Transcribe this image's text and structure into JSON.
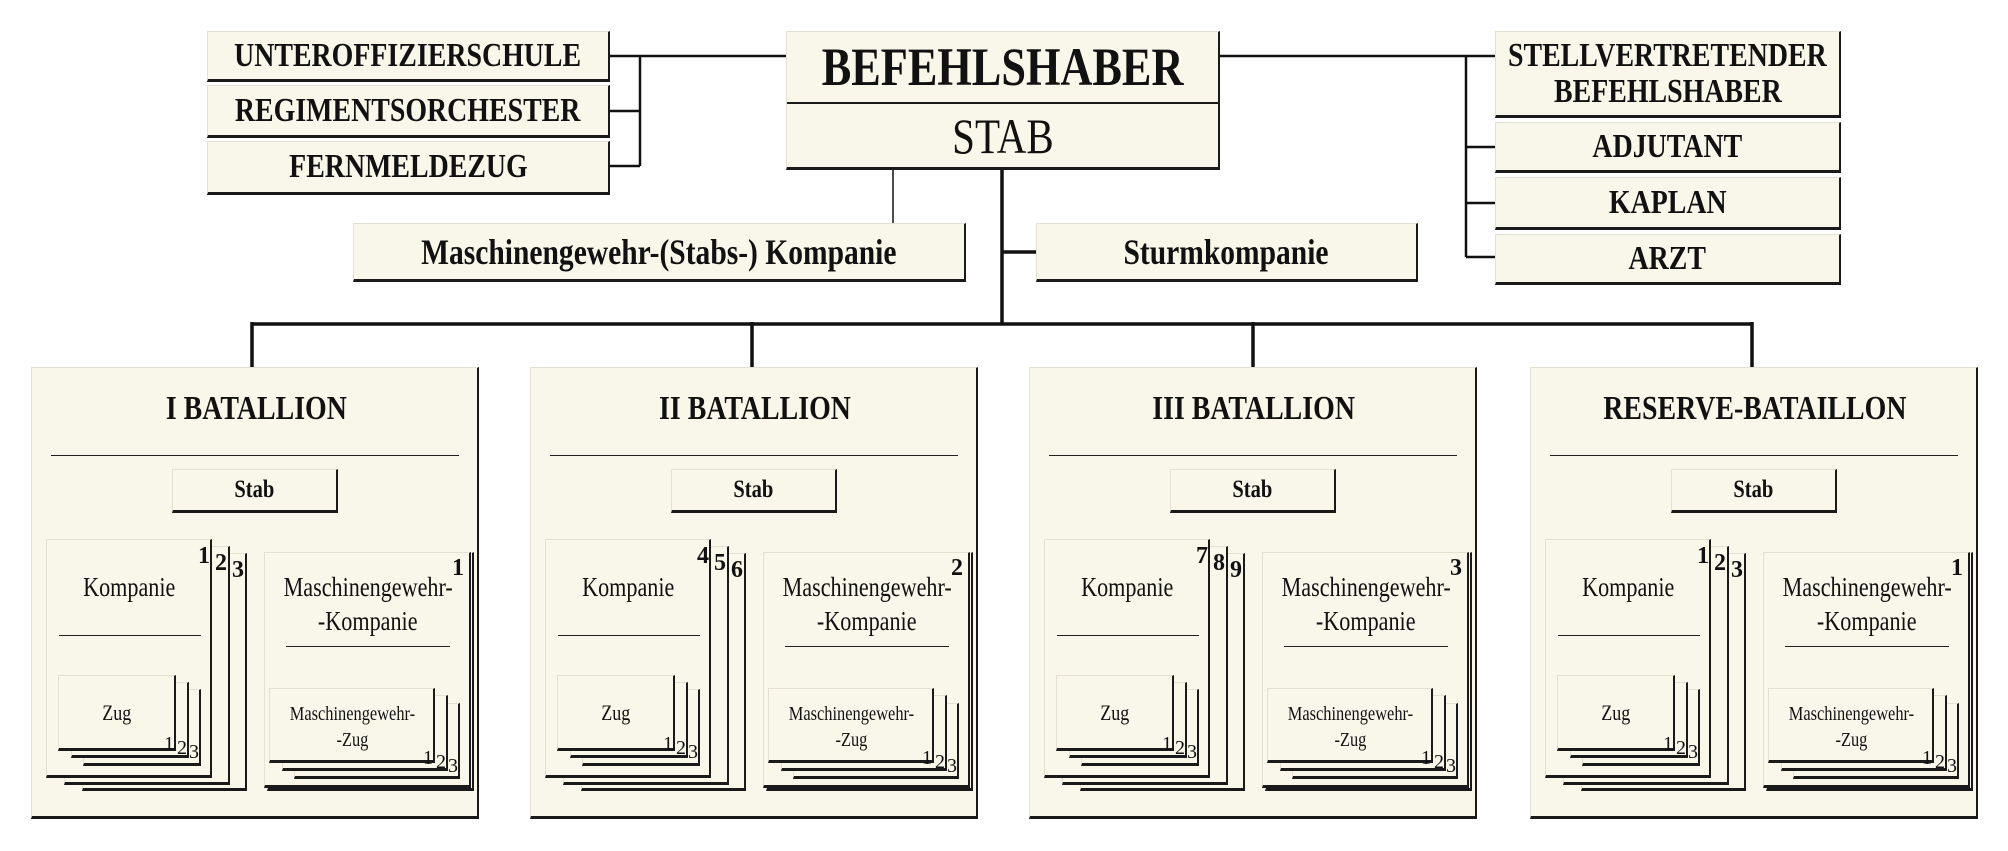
{
  "commander": {
    "title": "BEFEHLSHABER",
    "staff": "STAB"
  },
  "left_units": [
    "UNTEROFFIZIERSCHULE",
    "REGIMENTSORCHESTER",
    "FERNMELDEZUG"
  ],
  "right_units": [
    {
      "line1": "STELLVERTRETENDER",
      "line2": "BEFEHLSHABER"
    },
    {
      "line1": "ADJUTANT"
    },
    {
      "line1": "KAPLAN"
    },
    {
      "line1": "ARZT"
    }
  ],
  "staff_units": {
    "mg_company": "Maschinengewehr-(Stabs-) Kompanie",
    "assault_company": "Sturmkompanie"
  },
  "battalions": [
    {
      "title": "I BATALLION",
      "stab": "Stab",
      "company": "Kompanie",
      "company_numbers": [
        "1",
        "2",
        "3"
      ],
      "platoon": "Zug",
      "platoon_numbers": [
        "1",
        "2",
        "3"
      ],
      "mg_company_1": "Maschinengewehr-",
      "mg_company_2": "-Kompanie",
      "mg_company_number": "1",
      "mg_platoon_1": "Maschinengewehr-",
      "mg_platoon_2": "-Zug",
      "mg_platoon_numbers": [
        "1",
        "2",
        "3"
      ]
    },
    {
      "title": "II BATALLION",
      "stab": "Stab",
      "company": "Kompanie",
      "company_numbers": [
        "4",
        "5",
        "6"
      ],
      "platoon": "Zug",
      "platoon_numbers": [
        "1",
        "2",
        "3"
      ],
      "mg_company_1": "Maschinengewehr-",
      "mg_company_2": "-Kompanie",
      "mg_company_number": "2",
      "mg_platoon_1": "Maschinengewehr-",
      "mg_platoon_2": "-Zug",
      "mg_platoon_numbers": [
        "1",
        "2",
        "3"
      ]
    },
    {
      "title": "III BATALLION",
      "stab": "Stab",
      "company": "Kompanie",
      "company_numbers": [
        "7",
        "8",
        "9"
      ],
      "platoon": "Zug",
      "platoon_numbers": [
        "1",
        "2",
        "3"
      ],
      "mg_company_1": "Maschinengewehr-",
      "mg_company_2": "-Kompanie",
      "mg_company_number": "3",
      "mg_platoon_1": "Maschinengewehr-",
      "mg_platoon_2": "-Zug",
      "mg_platoon_numbers": [
        "1",
        "2",
        "3"
      ]
    },
    {
      "title": "RESERVE-BATAILLON",
      "stab": "Stab",
      "company": "Kompanie",
      "company_numbers": [
        "1",
        "2",
        "3"
      ],
      "platoon": "Zug",
      "platoon_numbers": [
        "1",
        "2",
        "3"
      ],
      "mg_company_1": "Maschinengewehr-",
      "mg_company_2": "-Kompanie",
      "mg_company_number": "1",
      "mg_platoon_1": "Maschinengewehr-",
      "mg_platoon_2": "-Zug",
      "mg_platoon_numbers": [
        "1",
        "2",
        "3"
      ]
    }
  ]
}
